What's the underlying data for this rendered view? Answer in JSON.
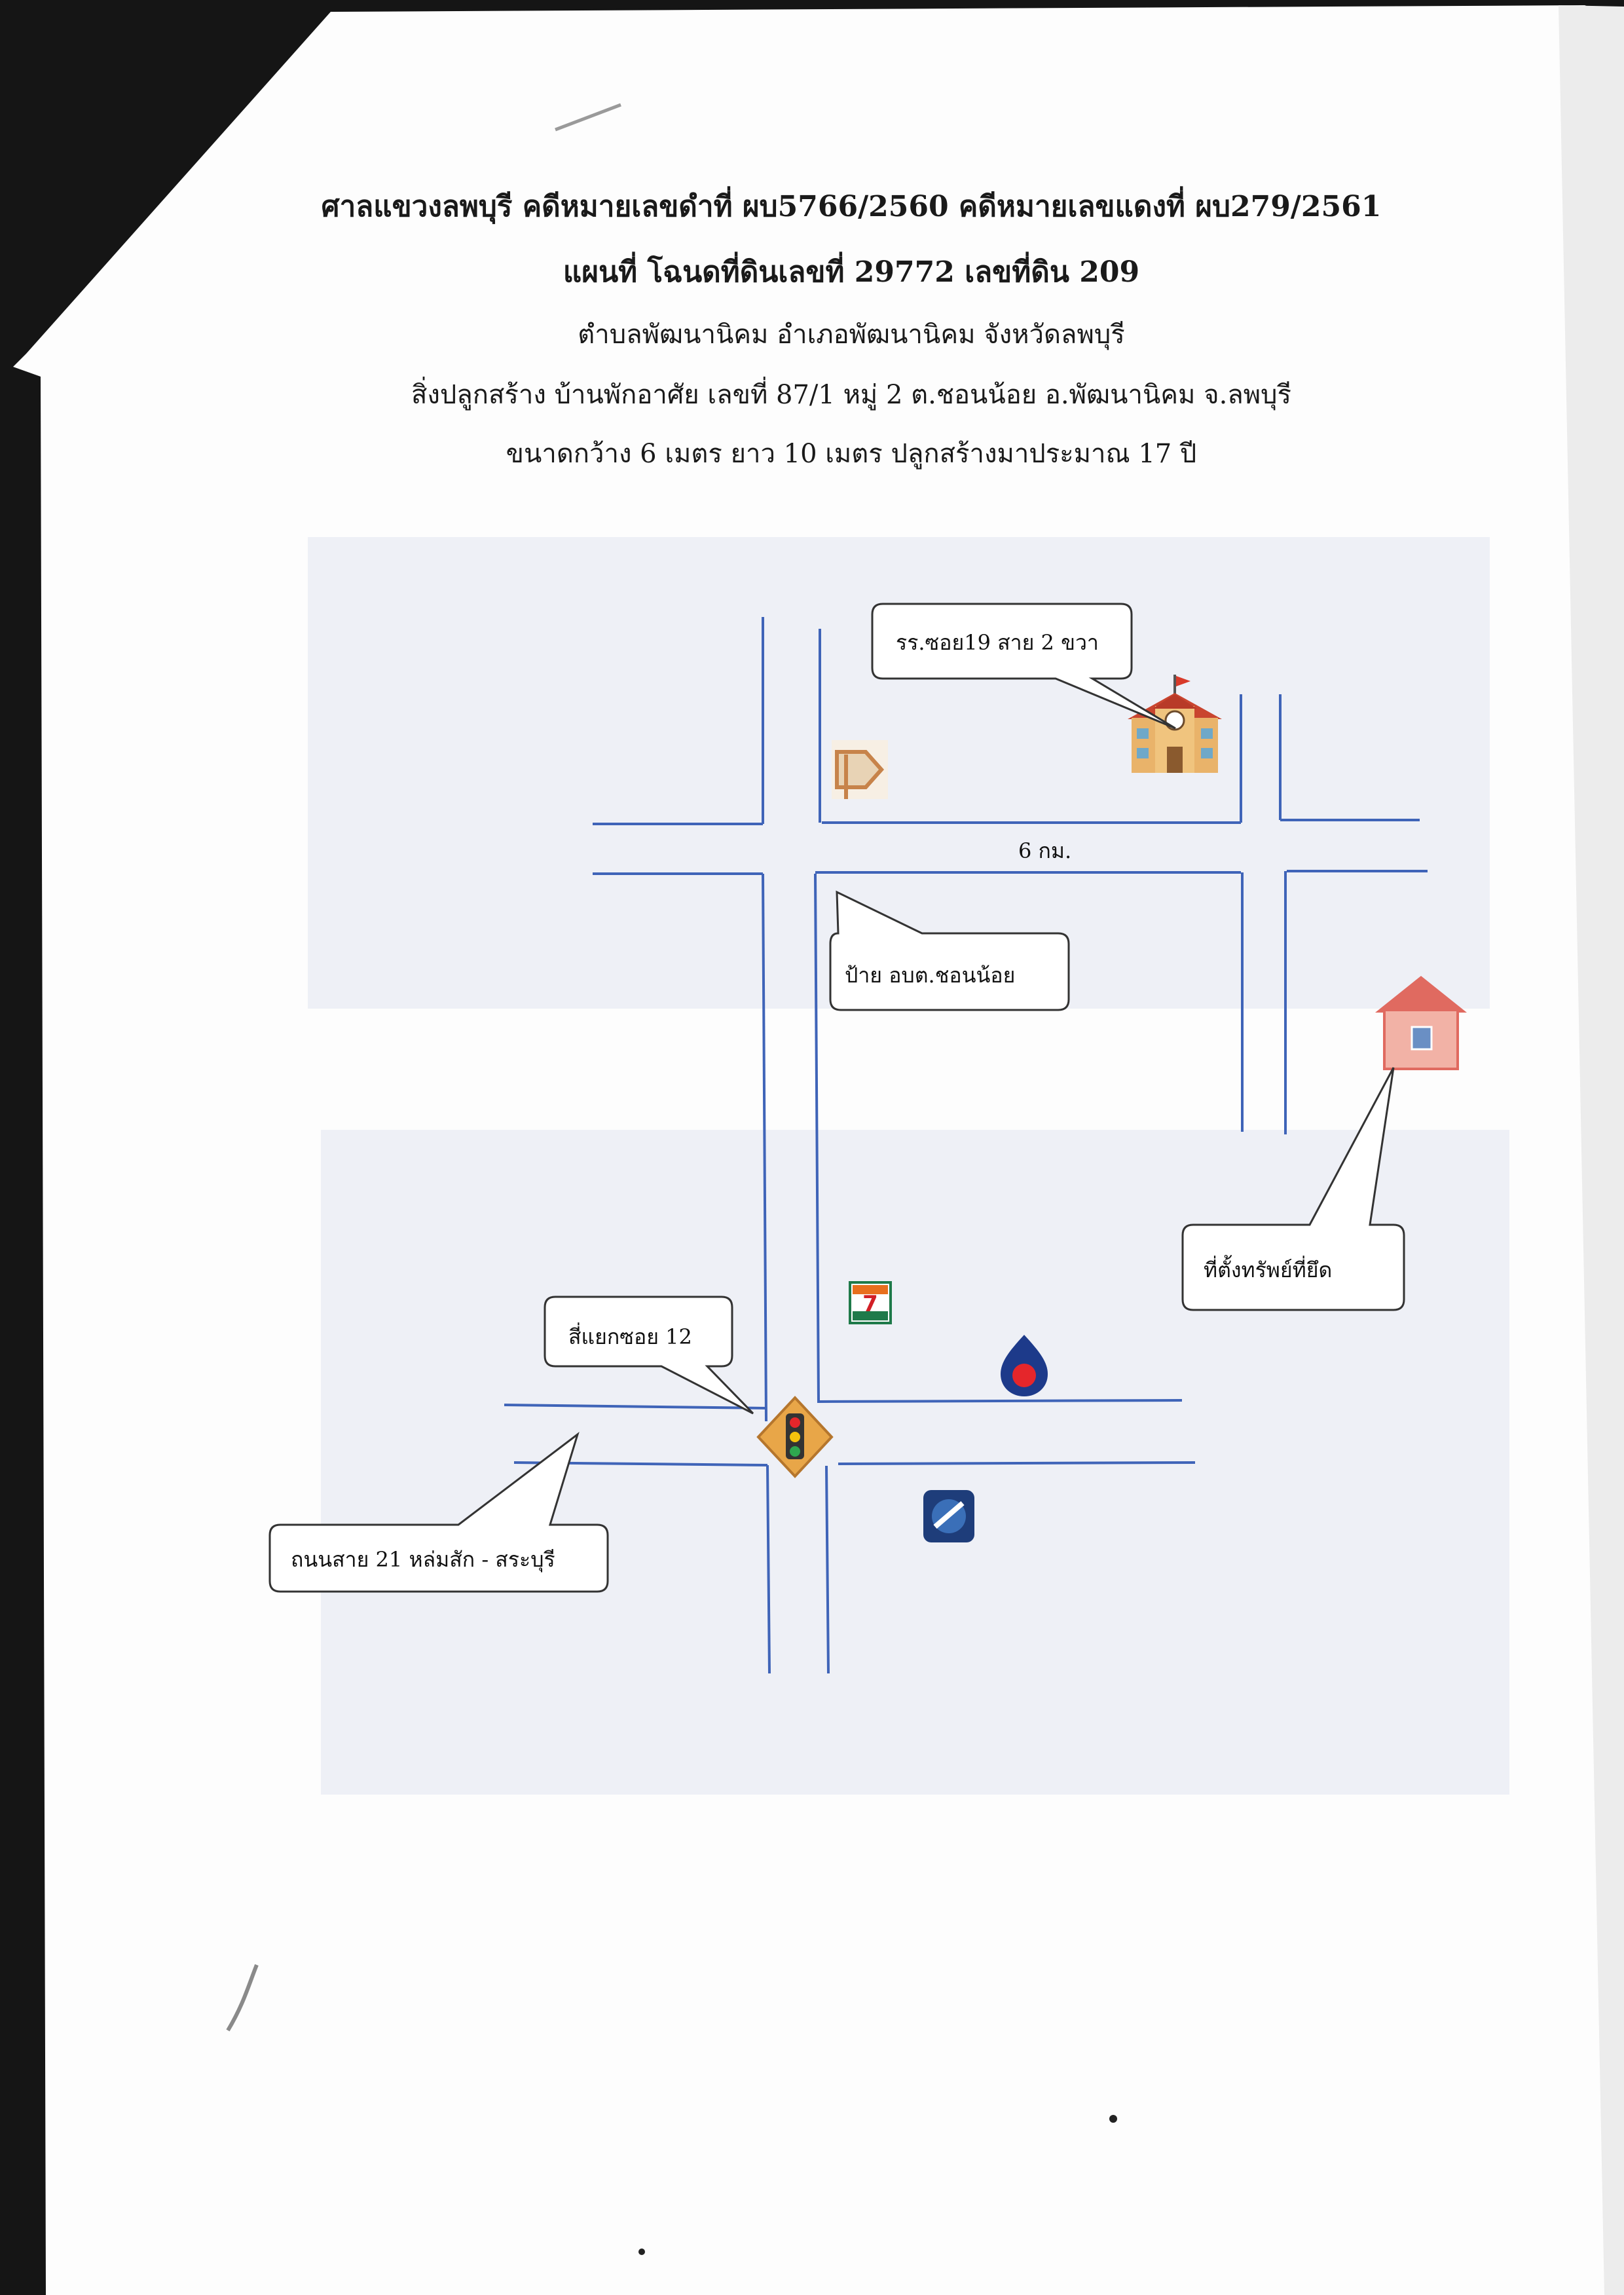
{
  "header": {
    "line1": "ศาลแขวงลพบุรี คดีหมายเลขดำที่ ผบ5766/2560 คดีหมายเลขแดงที่ ผบ279/2561",
    "line2": "แผนที่  โฉนดที่ดินเลขที่ 29772  เลขที่ดิน 209",
    "line3": "ตำบลพัฒนานิคม  อำเภอพัฒนานิคม  จังหวัดลพบุรี",
    "line4": "สิ่งปลูกสร้าง บ้านพักอาศัย เลขที่ 87/1 หมู่ 2 ต.ชอนน้อย อ.พัฒนานิคม จ.ลพบุรี",
    "line5": "ขนาดกว้าง  6  เมตร  ยาว  10 เมตร ปลูกสร้างมาประมาณ 17 ปี"
  },
  "map": {
    "distance_label": "6 กม.",
    "callouts": {
      "school": "รร.ซอย19 สาย 2 ขวา",
      "sign": "ป้าย อบต.ชอนน้อย",
      "property": "ที่ตั้งทรัพย์ที่ยึด",
      "intersection": "สี่แยกซอย 12",
      "highway": "ถนนสาย 21 หล่มสัก - สระบุรี"
    },
    "icons": {
      "school": "school-icon",
      "direction_sign": "direction-sign-icon",
      "house": "house-icon",
      "convenience_store": "seven-eleven-icon",
      "gas_station_ptt": "ptt-gas-station-icon",
      "gas_station_other": "gas-station-icon",
      "traffic_light": "traffic-light-icon"
    },
    "colors": {
      "road": "#3f64b8",
      "zone": "#eef0f6"
    }
  }
}
